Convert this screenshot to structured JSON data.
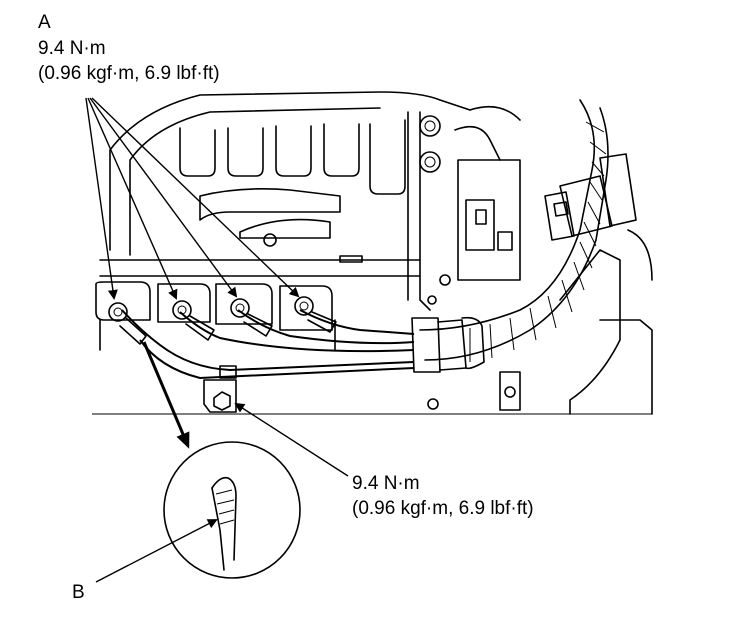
{
  "callout_a": {
    "letter": "A",
    "torque": "9.4 N·m",
    "conversion": "(0.96 kgf·m, 6.9 lbf·ft)"
  },
  "callout_bolt": {
    "torque": "9.4 N·m",
    "conversion": "(0.96 kgf·m, 6.9 lbf·ft)"
  },
  "callout_b": {
    "letter": "B"
  },
  "icons": [
    "arrowhead-icon"
  ]
}
